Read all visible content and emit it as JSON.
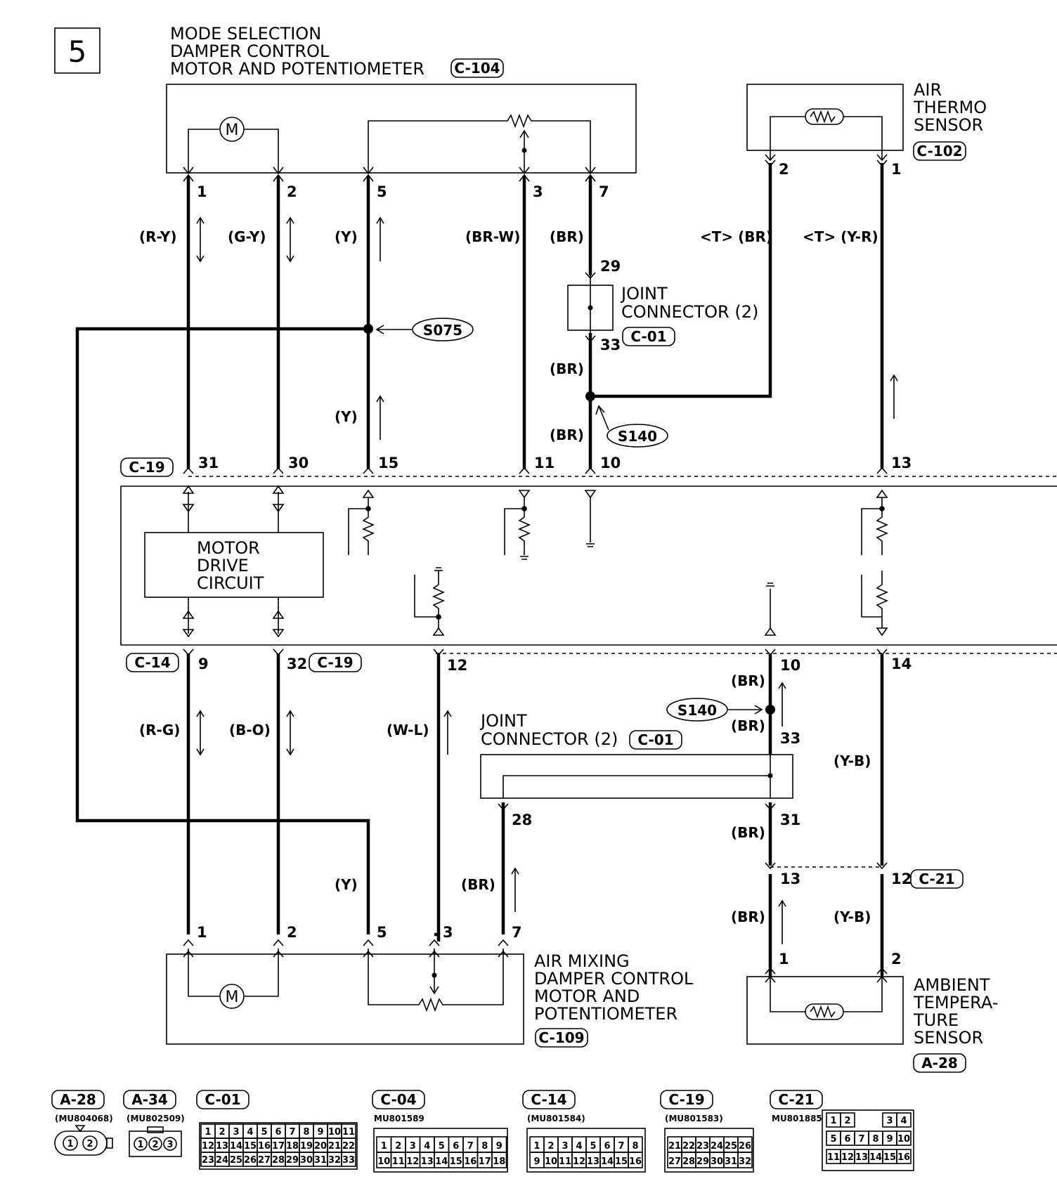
{
  "page_number": "5",
  "components": {
    "mode_motor": {
      "lines": [
        "MODE SELECTION",
        "DAMPER CONTROL",
        "MOTOR AND POTENTIOMETER"
      ],
      "connector": "C-104"
    },
    "air_thermo": {
      "lines": [
        "AIR",
        "THERMO",
        "SENSOR"
      ],
      "connector": "C-102"
    },
    "joint_top": {
      "lines": [
        "JOINT",
        "CONNECTOR (2)"
      ],
      "connector": "C-01"
    },
    "joint_bottom": {
      "lines": [
        "JOINT",
        "CONNECTOR (2)"
      ],
      "connector": "C-01"
    },
    "motor_drive": {
      "lines": [
        "MOTOR",
        "DRIVE",
        "CIRCUIT"
      ]
    },
    "air_mixing": {
      "lines": [
        "AIR MIXING",
        "DAMPER CONTROL",
        "MOTOR AND",
        "POTENTIOMETER"
      ],
      "connector": "C-109"
    },
    "ambient": {
      "lines": [
        "AMBIENT",
        "TEMPERA-",
        "TURE",
        "SENSOR"
      ],
      "connector": "A-28"
    }
  },
  "splices": {
    "s075": "S075",
    "s140_top": "S140",
    "s140_bottom": "S140"
  },
  "ecu_connectors": {
    "c19_top": "C-19",
    "c14": "C-14",
    "c19_bottom": "C-19",
    "c21": "C-21"
  },
  "pins": {
    "top_motor": [
      "1",
      "2",
      "5",
      "3",
      "7"
    ],
    "thermo": [
      "2",
      "1"
    ],
    "joint_top": [
      "29",
      "33"
    ],
    "ecu_top": [
      "31",
      "30",
      "15",
      "11",
      "10",
      "13"
    ],
    "ecu_bottom": [
      "9",
      "32",
      "12",
      "10",
      "14"
    ],
    "joint_bottom": [
      "33",
      "28",
      "31"
    ],
    "c21": [
      "13",
      "12"
    ],
    "bottom_motor": [
      "1",
      "2",
      "5",
      "3",
      "7"
    ],
    "ambient": [
      "1",
      "2"
    ]
  },
  "wire_colors": {
    "top": [
      "(R-Y)",
      "(G-Y)",
      "(Y)",
      "(BR-W)",
      "(BR)",
      "<T> (BR)",
      "<T> (Y-R)"
    ],
    "mid": [
      "(BR)",
      "(Y)",
      "(BR)"
    ],
    "bottom": [
      "(R-G)",
      "(B-O)",
      "(W-L)",
      "(BR)",
      "(BR)",
      "(Y-B)",
      "(BR)",
      "(Y)",
      "(BR)",
      "(BR)",
      "(Y-B)"
    ]
  },
  "legend": [
    {
      "id": "A-28",
      "part": "(MU804068)",
      "pins": [
        "1",
        "2"
      ]
    },
    {
      "id": "A-34",
      "part": "(MU802509)",
      "pins": [
        "1",
        "2",
        "3"
      ]
    },
    {
      "id": "C-01",
      "part": "",
      "pins": [
        "1",
        "2",
        "3",
        "4",
        "5",
        "6",
        "7",
        "8",
        "9",
        "10",
        "11",
        "12",
        "13",
        "14",
        "15",
        "16",
        "17",
        "18",
        "19",
        "20",
        "21",
        "22",
        "23",
        "24",
        "25",
        "26",
        "27",
        "28",
        "29",
        "30",
        "31",
        "32",
        "33"
      ]
    },
    {
      "id": "C-04",
      "part": "MU801589",
      "pins": [
        "1",
        "2",
        "3",
        "4",
        "5",
        "6",
        "7",
        "8",
        "9",
        "10",
        "11",
        "12",
        "13",
        "14",
        "15",
        "16",
        "17",
        "18"
      ]
    },
    {
      "id": "C-14",
      "part": "(MU801584)",
      "pins": [
        "1",
        "2",
        "3",
        "4",
        "5",
        "6",
        "7",
        "8",
        "9",
        "10",
        "11",
        "12",
        "13",
        "14",
        "15",
        "16"
      ]
    },
    {
      "id": "C-19",
      "part": "(MU801583)",
      "pins": [
        "21",
        "22",
        "23",
        "24",
        "25",
        "26",
        "27",
        "28",
        "29",
        "30",
        "31",
        "32"
      ]
    },
    {
      "id": "C-21",
      "part": "MU801885",
      "pins": [
        "1",
        "2",
        "3",
        "4",
        "5",
        "6",
        "7",
        "8",
        "9",
        "10",
        "11",
        "12",
        "13",
        "14",
        "15",
        "16"
      ]
    }
  ]
}
